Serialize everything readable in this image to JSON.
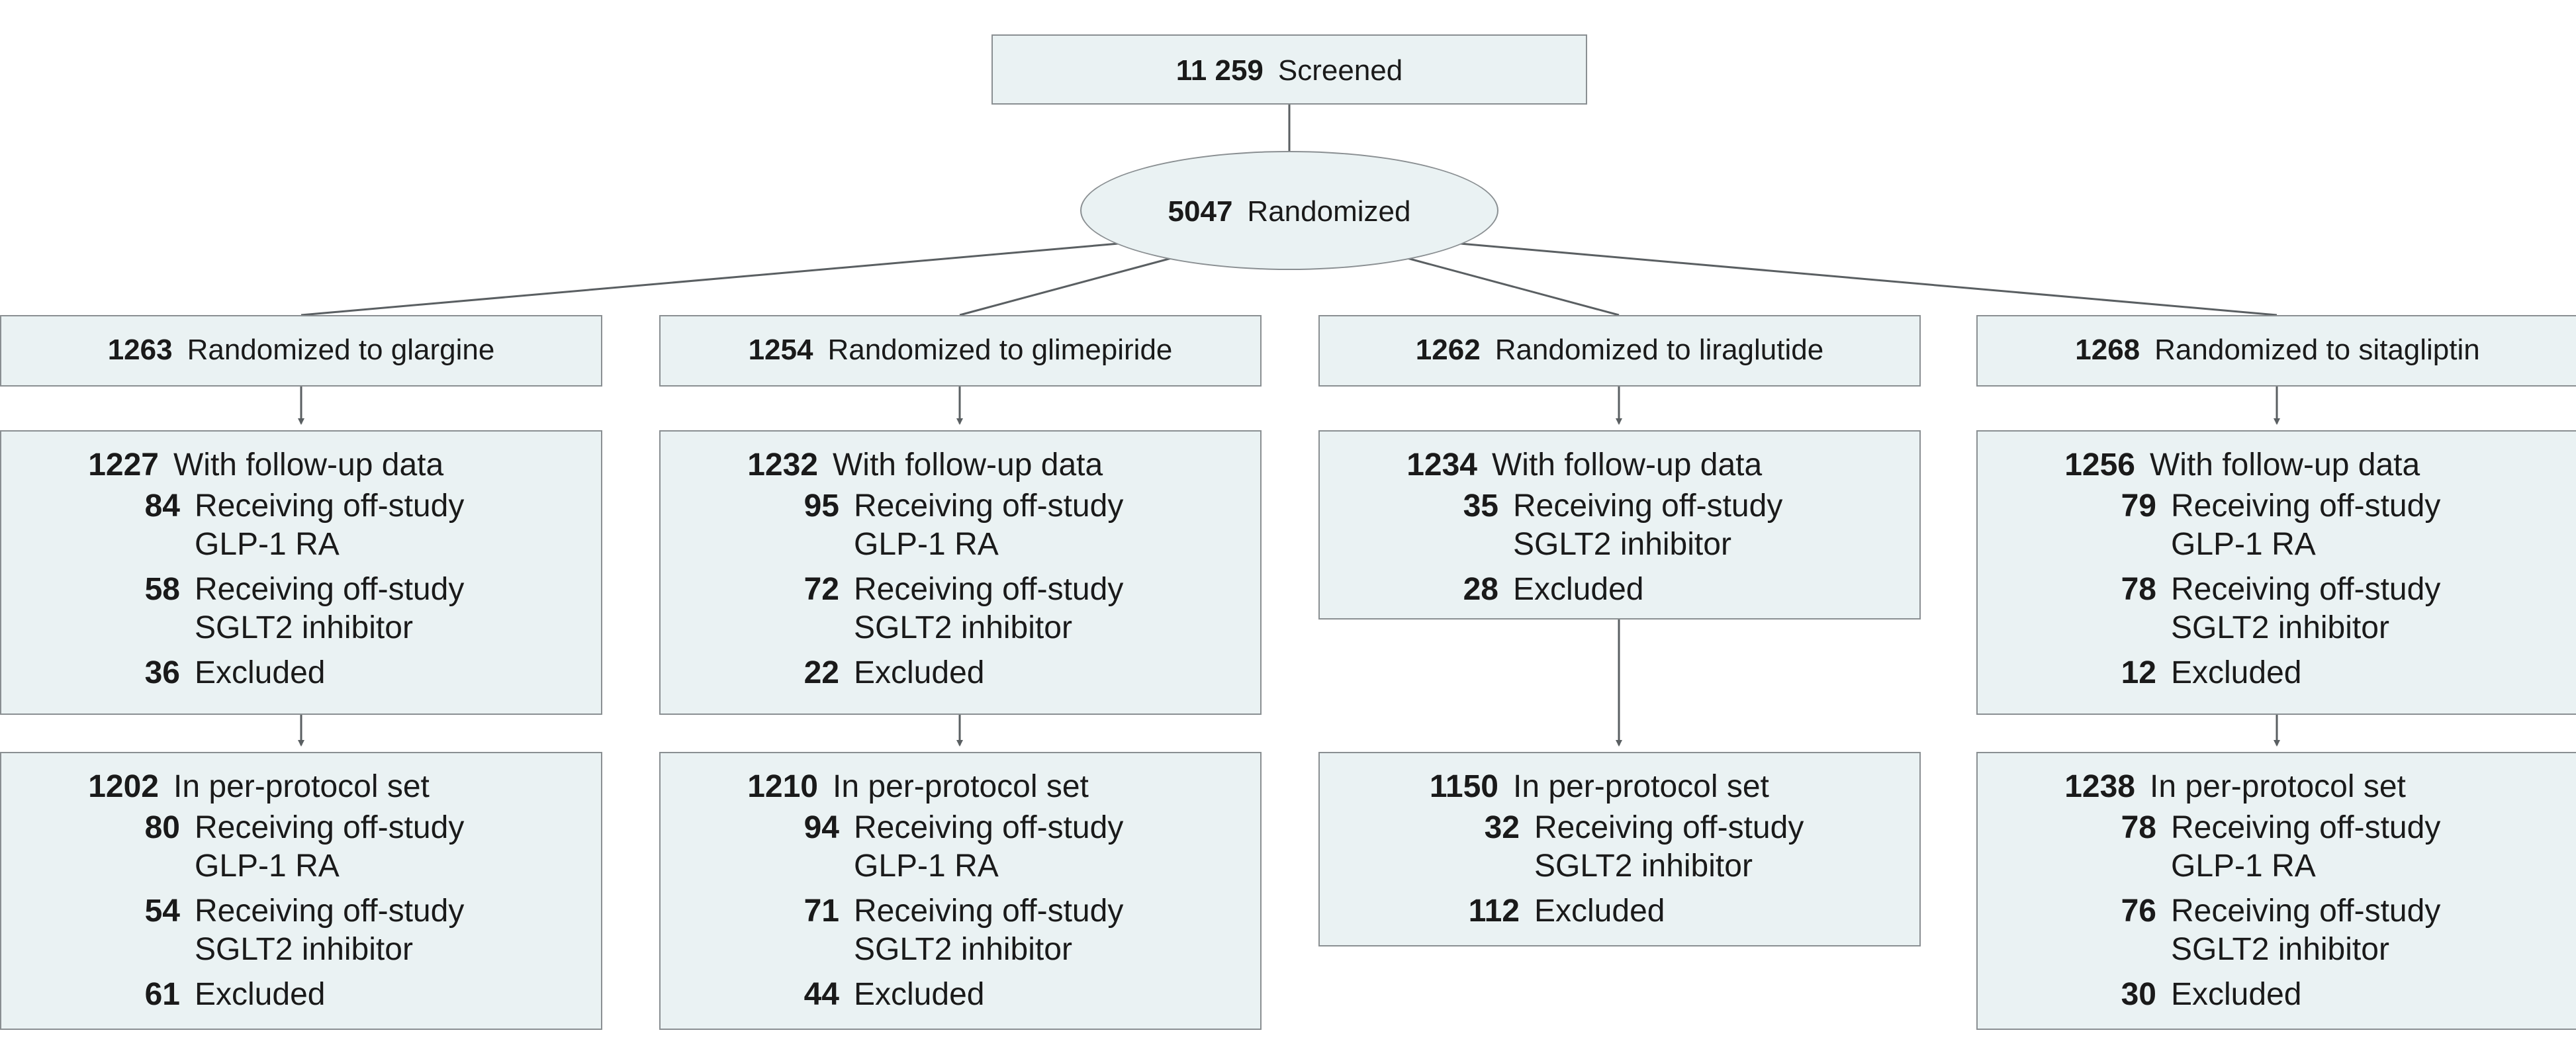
{
  "screened": {
    "count": "11 259",
    "label": "Screened"
  },
  "randomized": {
    "count": "5047",
    "label": "Randomized"
  },
  "arms": [
    {
      "count": "1263",
      "label": "Randomized to glargine",
      "followup": {
        "count": "1227",
        "label": "With follow-up data",
        "items": [
          {
            "count": "84",
            "lines": [
              "Receiving off-study",
              "GLP-1 RA"
            ]
          },
          {
            "count": "58",
            "lines": [
              "Receiving off-study",
              "SGLT2 inhibitor"
            ]
          },
          {
            "count": "36",
            "lines": [
              "Excluded"
            ]
          }
        ]
      },
      "perprotocol": {
        "count": "1202",
        "label": "In per-protocol set",
        "items": [
          {
            "count": "80",
            "lines": [
              "Receiving off-study",
              "GLP-1 RA"
            ]
          },
          {
            "count": "54",
            "lines": [
              "Receiving off-study",
              "SGLT2 inhibitor"
            ]
          },
          {
            "count": "61",
            "lines": [
              "Excluded"
            ]
          }
        ]
      }
    },
    {
      "count": "1254",
      "label": "Randomized to glimepiride",
      "followup": {
        "count": "1232",
        "label": "With follow-up data",
        "items": [
          {
            "count": "95",
            "lines": [
              "Receiving off-study",
              "GLP-1 RA"
            ]
          },
          {
            "count": "72",
            "lines": [
              "Receiving off-study",
              "SGLT2 inhibitor"
            ]
          },
          {
            "count": "22",
            "lines": [
              "Excluded"
            ]
          }
        ]
      },
      "perprotocol": {
        "count": "1210",
        "label": "In per-protocol set",
        "items": [
          {
            "count": "94",
            "lines": [
              "Receiving off-study",
              "GLP-1 RA"
            ]
          },
          {
            "count": "71",
            "lines": [
              "Receiving off-study",
              "SGLT2 inhibitor"
            ]
          },
          {
            "count": "44",
            "lines": [
              "Excluded"
            ]
          }
        ]
      }
    },
    {
      "count": "1262",
      "label": "Randomized to liraglutide",
      "followup": {
        "count": "1234",
        "label": "With follow-up data",
        "items": [
          {
            "count": "35",
            "lines": [
              "Receiving off-study",
              "SGLT2 inhibitor"
            ]
          },
          {
            "count": "28",
            "lines": [
              "Excluded"
            ]
          }
        ]
      },
      "perprotocol": {
        "count": "1150",
        "label": "In per-protocol set",
        "items": [
          {
            "count": "32",
            "lines": [
              "Receiving off-study",
              "SGLT2 inhibitor"
            ]
          },
          {
            "count": "112",
            "lines": [
              "Excluded"
            ]
          }
        ]
      }
    },
    {
      "count": "1268",
      "label": "Randomized to sitagliptin",
      "followup": {
        "count": "1256",
        "label": "With follow-up data",
        "items": [
          {
            "count": "79",
            "lines": [
              "Receiving off-study",
              "GLP-1 RA"
            ]
          },
          {
            "count": "78",
            "lines": [
              "Receiving off-study",
              "SGLT2 inhibitor"
            ]
          },
          {
            "count": "12",
            "lines": [
              "Excluded"
            ]
          }
        ]
      },
      "perprotocol": {
        "count": "1238",
        "label": "In per-protocol set",
        "items": [
          {
            "count": "78",
            "lines": [
              "Receiving off-study",
              "GLP-1 RA"
            ]
          },
          {
            "count": "76",
            "lines": [
              "Receiving off-study",
              "SGLT2 inhibitor"
            ]
          },
          {
            "count": "30",
            "lines": [
              "Excluded"
            ]
          }
        ]
      }
    }
  ]
}
